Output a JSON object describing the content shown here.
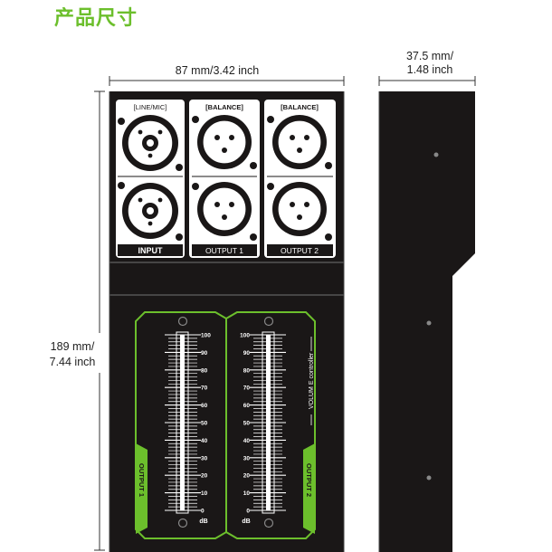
{
  "title": "产品尺寸",
  "dimensions": {
    "width_label": "87 mm/3.42 inch",
    "height_label_line1": "189 mm/",
    "height_label_line2": "7.44 inch",
    "depth_label_line1": "37.5 mm/",
    "depth_label_line2": "1.48 inch"
  },
  "front_panel": {
    "input_section": {
      "top_label": "[LINE/MIC]",
      "bottom_label": "INPUT"
    },
    "output1_section": {
      "top_label": "[BALANCE]",
      "bottom_label": "OUTPUT 1"
    },
    "output2_section": {
      "top_label": "[BALANCE]",
      "bottom_label": "OUTPUT 2"
    },
    "fader_panel": {
      "scale": [
        "100",
        "90",
        "80",
        "70",
        "60",
        "50",
        "40",
        "30",
        "20",
        "10",
        "0"
      ],
      "unit": "dB",
      "left_tab": "OUTPUT 1",
      "right_tab": "OUTPUT 2",
      "vertical_label": "VOLUM E controller"
    }
  },
  "colors": {
    "accent_green": "#6cbf2c",
    "panel_black": "#1a1717",
    "title_green": "#6cbf2c"
  }
}
